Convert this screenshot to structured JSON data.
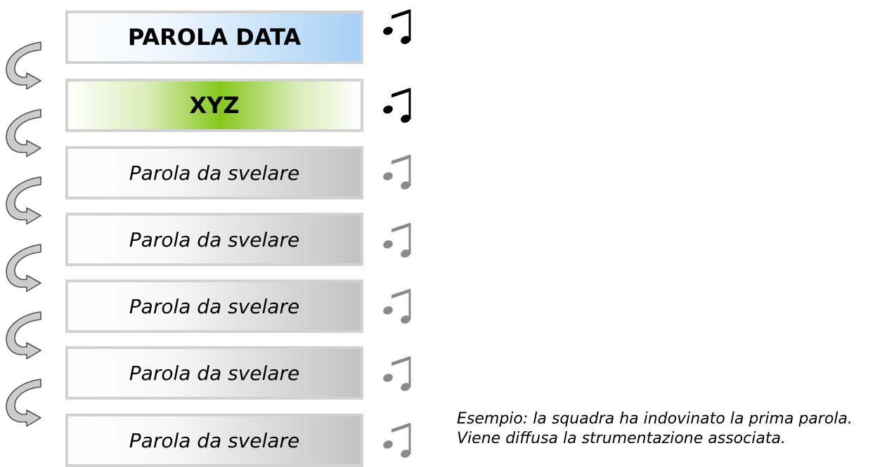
{
  "words": [
    {
      "label": "PAROLA DATA",
      "state": "given"
    },
    {
      "label": "XYZ",
      "state": "found"
    },
    {
      "label": "Parola da svelare",
      "state": "hidden"
    },
    {
      "label": "Parola da svelare",
      "state": "hidden"
    },
    {
      "label": "Parola da svelare",
      "state": "hidden"
    },
    {
      "label": "Parola da svelare",
      "state": "hidden"
    },
    {
      "label": "Parola da svelare",
      "state": "hidden"
    }
  ],
  "note_icons": [
    {
      "icon": "music-note-icon",
      "color": "#000000"
    },
    {
      "icon": "music-note-icon",
      "color": "#000000"
    },
    {
      "icon": "music-note-icon",
      "color": "#8a8a8a"
    },
    {
      "icon": "music-note-icon",
      "color": "#8a8a8a"
    },
    {
      "icon": "music-note-icon",
      "color": "#8a8a8a"
    },
    {
      "icon": "music-note-icon",
      "color": "#8a8a8a"
    },
    {
      "icon": "music-note-icon",
      "color": "#8a8a8a"
    }
  ],
  "connector_icon": "curved-arrow-icon",
  "caption": {
    "line1": "Esempio: la squadra ha indovinato la prima parola.",
    "line2": "Viene diffusa la strumentazione associata."
  },
  "colors": {
    "box_border": "#d2d2d2",
    "given_fill": "#a6d1f5",
    "found_fill": "#86c71c",
    "hidden_fill": "#c2c2c2",
    "arrow_fill": "#cccccc",
    "arrow_stroke": "#505050"
  }
}
